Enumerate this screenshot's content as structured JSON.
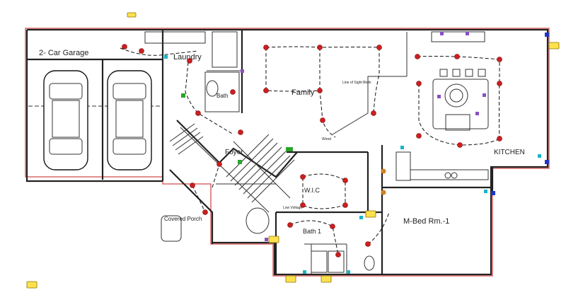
{
  "plan": {
    "rooms": [
      {
        "id": "garage",
        "label": "2- Car Garage"
      },
      {
        "id": "laundry",
        "label": "Laundry"
      },
      {
        "id": "family",
        "label": "Family"
      },
      {
        "id": "kitchen",
        "label": "KITCHEN"
      },
      {
        "id": "foyer",
        "label": "Foyer"
      },
      {
        "id": "wic",
        "label": "W.I.C"
      },
      {
        "id": "mbed",
        "label": "M-Bed Rm.-1"
      },
      {
        "id": "bath",
        "label": "Bath 1"
      },
      {
        "id": "bath2",
        "label": "Bath"
      },
      {
        "id": "porch",
        "label": "Covered Porch"
      }
    ],
    "small_labels": {
      "family_note": "Line of Sight Bkdn",
      "low_voltage": "Low Voltage",
      "wired": "Wired"
    },
    "colors": {
      "fixture": "#cc1f1f",
      "note": "#ffe14d",
      "wall": "#222222",
      "exterior": "#d24a4a",
      "switch": "#18b5c8",
      "panel": "#1f37c4"
    }
  }
}
